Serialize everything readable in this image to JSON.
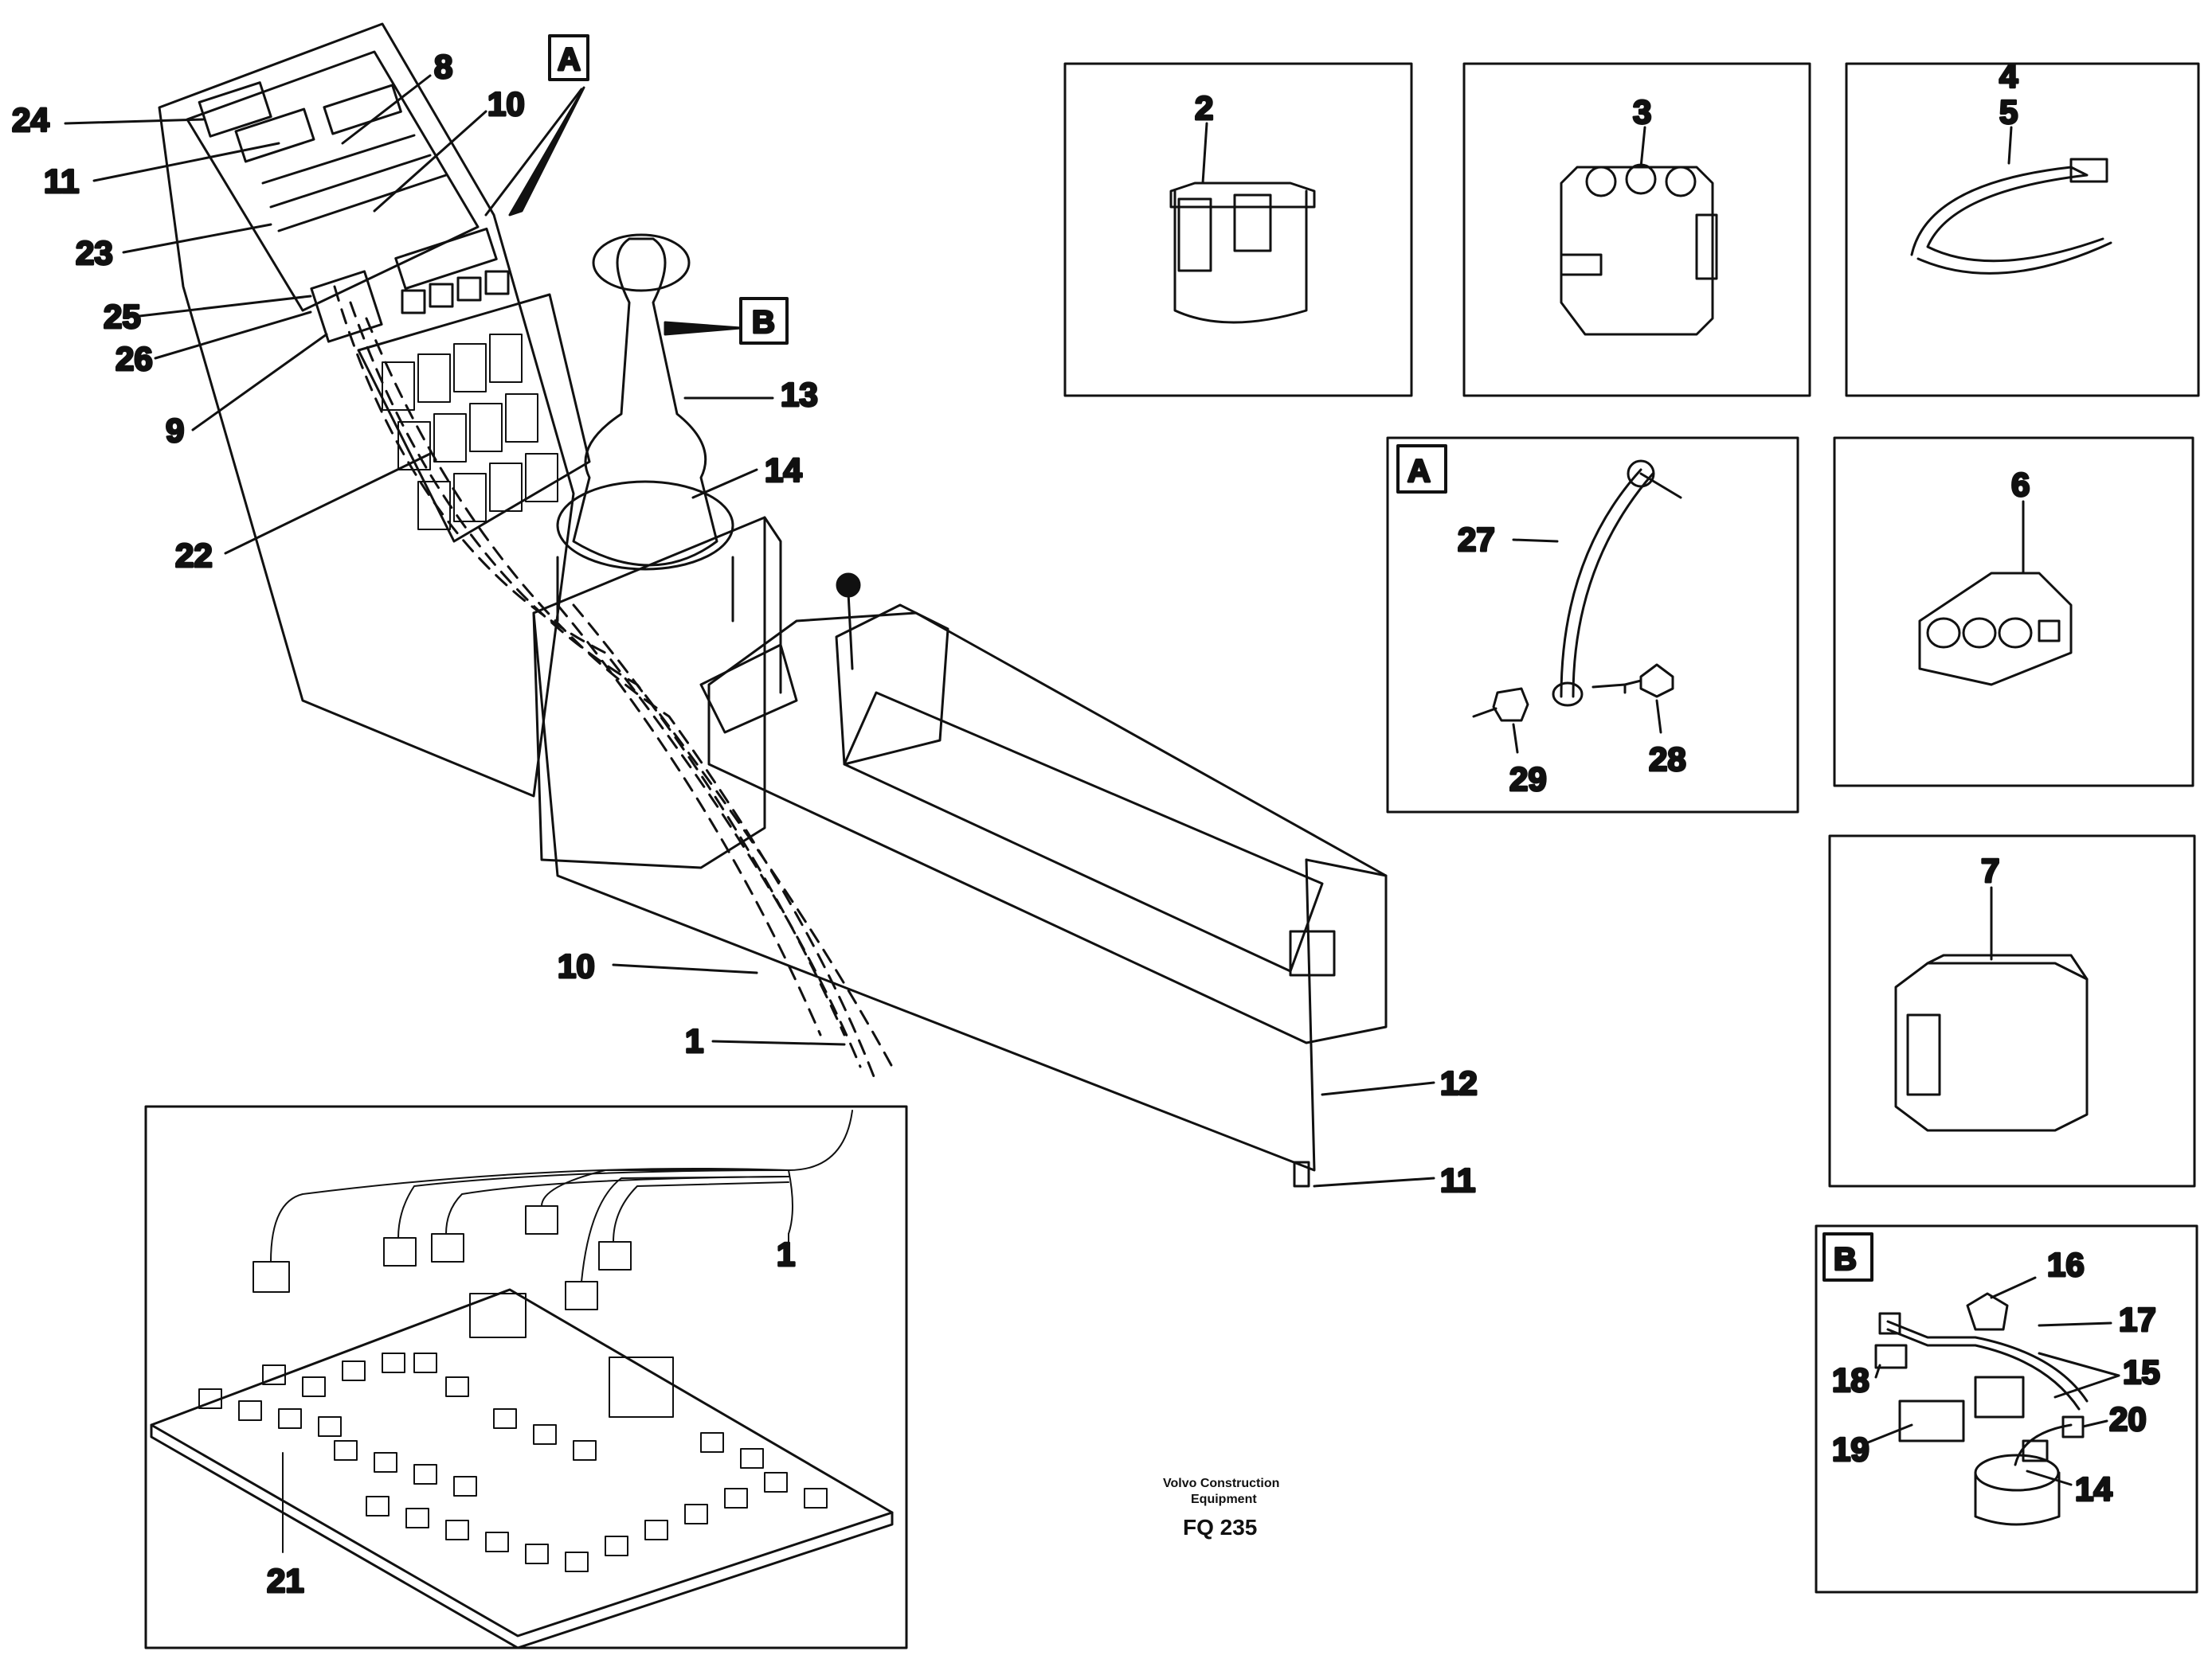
{
  "diagram": {
    "caption_line1": "Volvo Construction",
    "caption_line2": "Equipment",
    "figure_code": "FQ 235"
  },
  "main_labels": {
    "l24": "24",
    "l11_top": "11",
    "l23": "23",
    "l25": "25",
    "l26": "26",
    "l9": "9",
    "l22": "22",
    "l8": "8",
    "l10_top": "10",
    "lA_callout": "A",
    "lB_callout": "B",
    "l13": "13",
    "l14": "14",
    "l10_bottom": "10",
    "l1_main": "1",
    "l12": "12",
    "l11_bottom": "11"
  },
  "inset_labels": {
    "i2": "2",
    "i3": "3",
    "i4": "4",
    "i5": "5",
    "i6": "6",
    "i7": "7",
    "iA_box": "A",
    "i27": "27",
    "i28": "28",
    "i29": "29",
    "iB_box": "B",
    "i16": "16",
    "i17": "17",
    "i18": "18",
    "i15": "15",
    "i19": "19",
    "i20": "20",
    "i14": "14",
    "i1_pcb": "1",
    "i21": "21"
  },
  "colors": {
    "line": "#111111",
    "background": "#ffffff"
  }
}
